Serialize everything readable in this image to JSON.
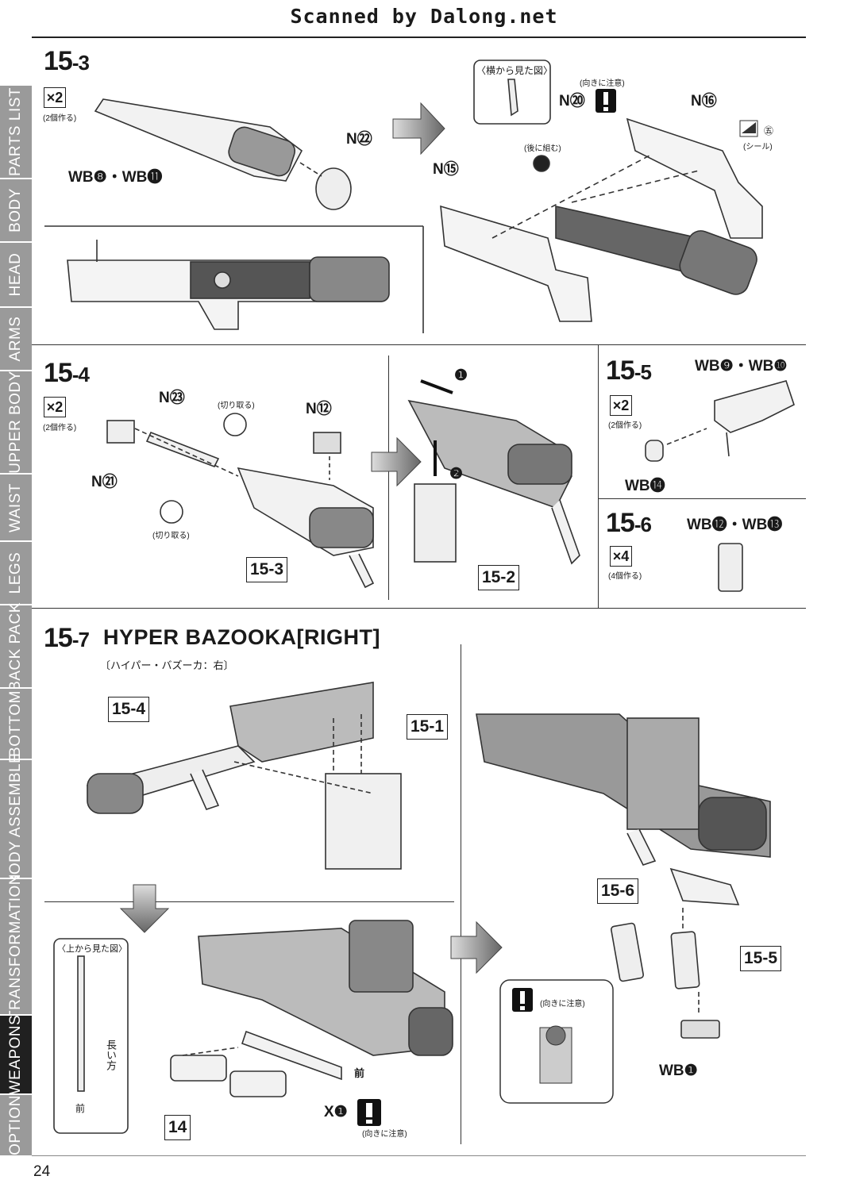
{
  "header": {
    "scan_credit": "Scanned by Dalong.net"
  },
  "sidebar": {
    "tabs": [
      {
        "label": "PARTS LIST",
        "active": false
      },
      {
        "label": "BODY",
        "active": false
      },
      {
        "label": "HEAD",
        "active": false
      },
      {
        "label": "ARMS",
        "active": false
      },
      {
        "label": "UPPER BODY",
        "active": false
      },
      {
        "label": "WAIST",
        "active": false
      },
      {
        "label": "LEGS",
        "active": false
      },
      {
        "label": "BACK PACK",
        "active": false
      },
      {
        "label": "BOTTOM",
        "active": false
      },
      {
        "label": "BODY ASSEMBLE",
        "active": false
      },
      {
        "label": "TRANSFORMATION",
        "active": false
      },
      {
        "label": "WEAPONS",
        "active": true
      },
      {
        "label": "OPTION",
        "active": false
      }
    ]
  },
  "colors": {
    "tab_inactive": "#9a9a9a",
    "tab_active": "#202020"
  },
  "steps": {
    "s15_3": {
      "major": "15",
      "minor": "-3",
      "multiplier": "×2",
      "make_note": "(2個作る)",
      "parts_left": "WB❽・WB⓫",
      "part_cap": "N㉒",
      "side_view": "〈横から見た図〉",
      "orientation_note": "(向きに注意)",
      "part_n20": "N⑳",
      "part_n16": "N⑯",
      "part_n15": "N⑮",
      "assemble_after": "(後に組む)",
      "sticker_code": "㊄",
      "sticker_note": "(シール)"
    },
    "s15_4": {
      "major": "15",
      "minor": "-4",
      "multiplier": "×2",
      "make_note": "(2個作る)",
      "part_n23": "N㉓",
      "part_n12": "N⑫",
      "part_n21": "N㉑",
      "cut_note_top": "(切り取る)",
      "cut_note_bottom": "(切り取る)",
      "ref_box": "15-3",
      "ref_box_right": "15-2",
      "arrow1": "❶",
      "arrow2": "❷"
    },
    "s15_5": {
      "major": "15",
      "minor": "-5",
      "multiplier": "×2",
      "make_note": "(2個作る)",
      "parts_top": "WB❾・WB❿",
      "part_bottom": "WB⓮"
    },
    "s15_6": {
      "major": "15",
      "minor": "-6",
      "multiplier": "×4",
      "make_note": "(4個作る)",
      "parts": "WB⓬・WB⓭"
    },
    "s15_7": {
      "major": "15",
      "minor": "-7",
      "title": "HYPER BAZOOKA[RIGHT]",
      "subtitle": "〔ハイパー・バズーカ：右〕",
      "ref_15_4": "15-4",
      "ref_15_1": "15-1",
      "top_view": "〈上から見た図〉",
      "long_side": "長い方",
      "front": "前",
      "front2": "前",
      "ref_14": "14",
      "part_x1": "X❶",
      "orientation_note": "(向きに注意)",
      "ref_15_6": "15-6",
      "ref_15_5": "15-5",
      "part_wb1": "WB❶",
      "inset_note": "(向きに注意)"
    }
  },
  "page_number": "24"
}
